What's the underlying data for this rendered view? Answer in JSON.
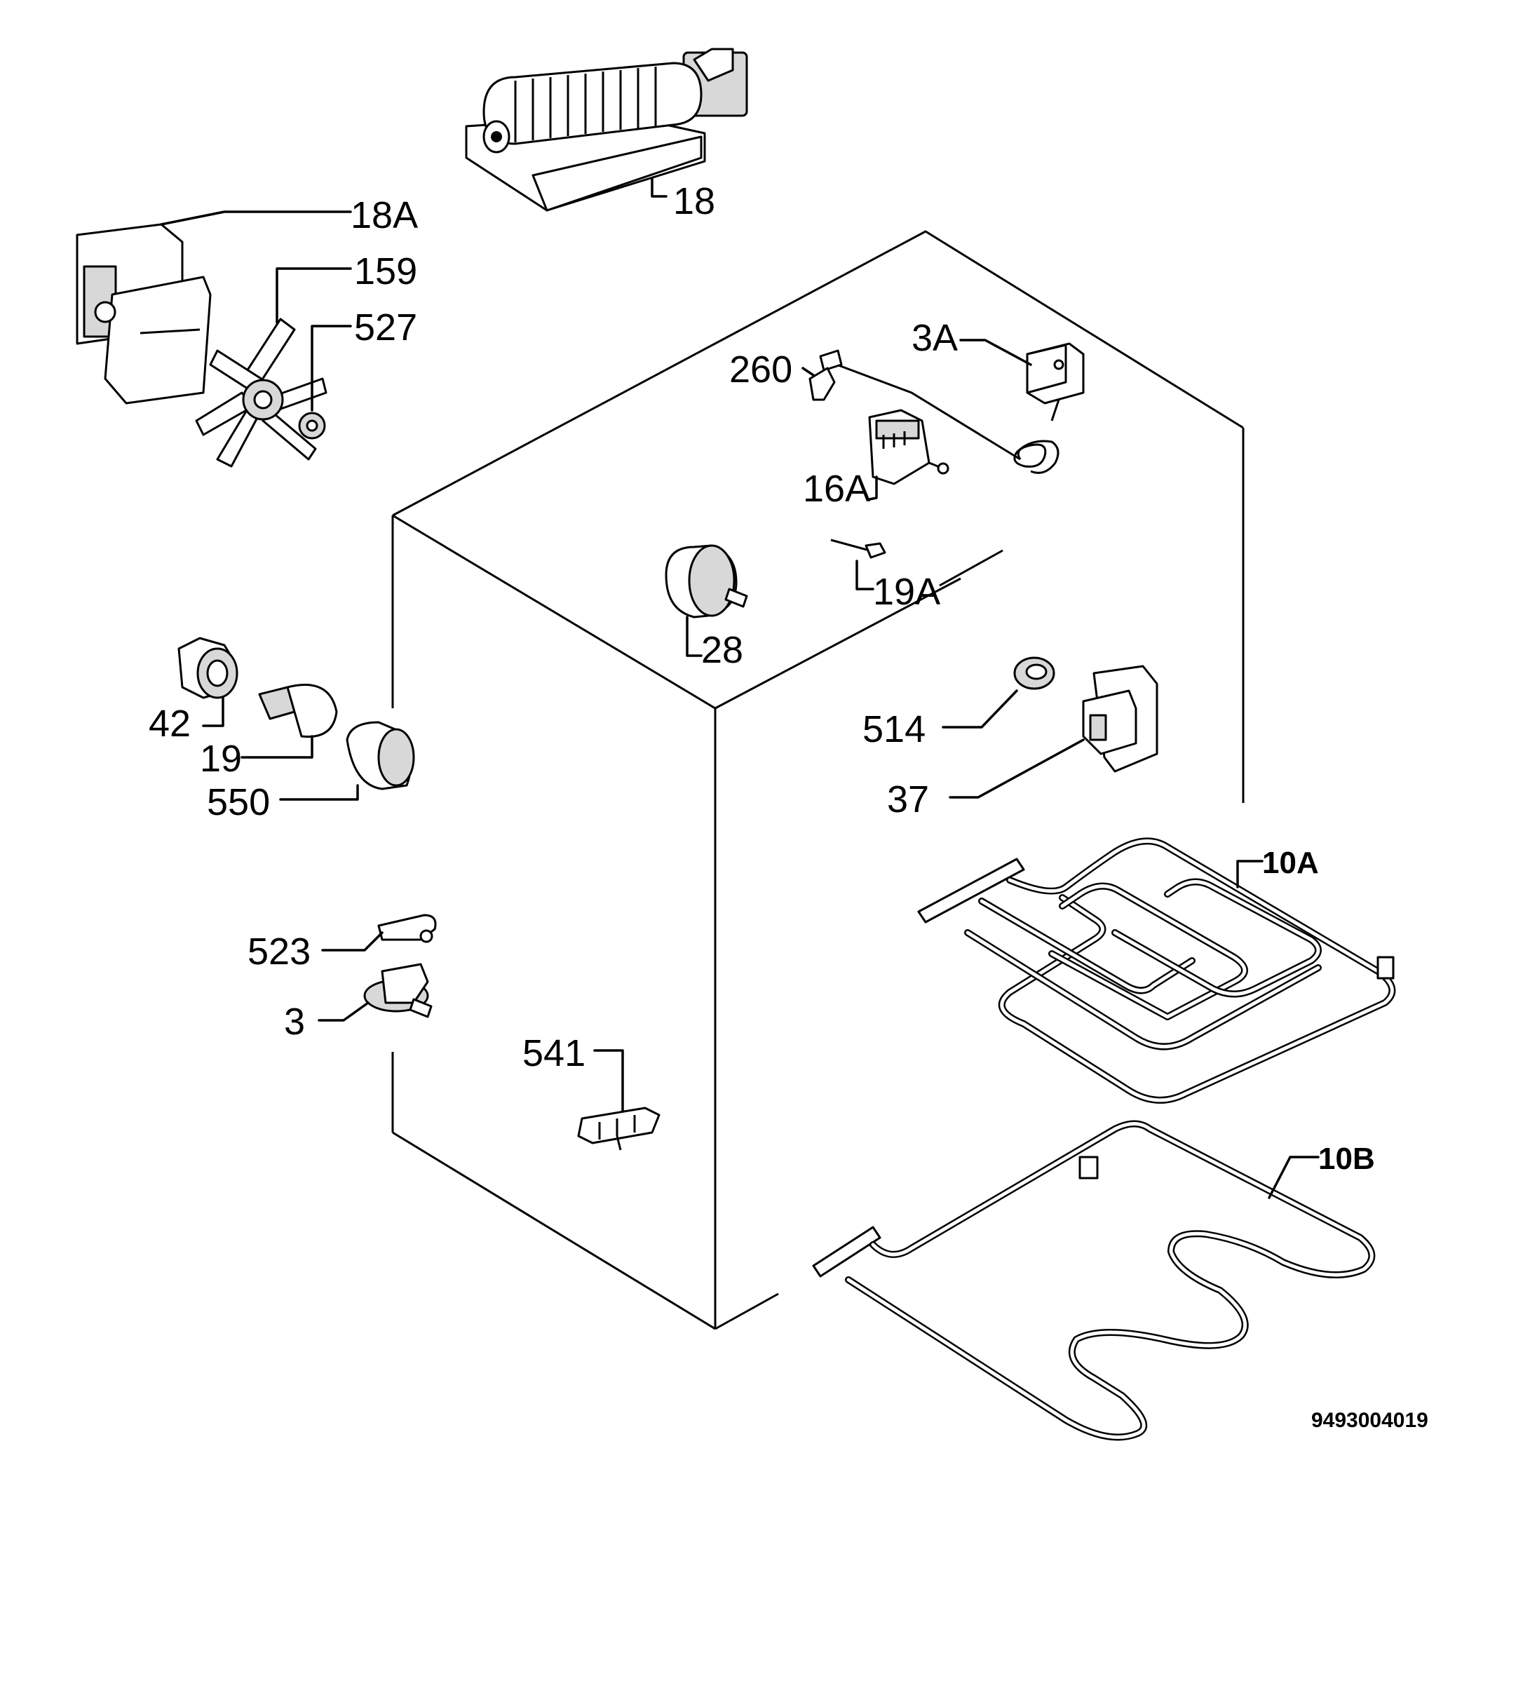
{
  "labels": {
    "p18": "18",
    "p18A": "18A",
    "p159": "159",
    "p527": "527",
    "p3A": "3A",
    "p260": "260",
    "p16A": "16A",
    "p19A": "19A",
    "p28": "28",
    "p42": "42",
    "p19": "19",
    "p550": "550",
    "p514": "514",
    "p37": "37",
    "p10A": "10A",
    "p10B": "10B",
    "p523": "523",
    "p3": "3",
    "p541": "541"
  },
  "doc_number": "9493004019"
}
